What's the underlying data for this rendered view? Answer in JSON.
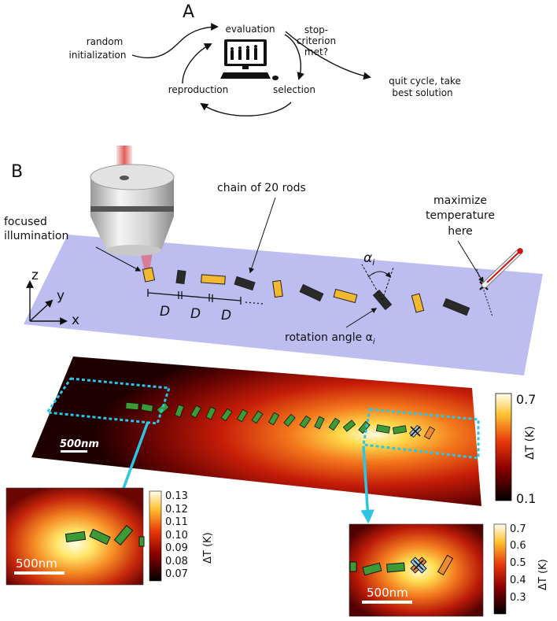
{
  "panel_a": {
    "label": "A",
    "nodes": {
      "random_init_1": "random",
      "random_init_2": "initialization",
      "evaluation": "evaluation",
      "stop_1": "stop-",
      "stop_2": "criterion",
      "stop_3": "met?",
      "quit_1": "quit cycle, take",
      "quit_2": "best solution",
      "reproduction": "reproduction",
      "selection": "selection"
    }
  },
  "panel_b": {
    "label": "B",
    "focused_1": "focused",
    "focused_2": "illumination",
    "chain_label": "chain of 20 rods",
    "max_1": "maximize",
    "max_2": "temperature",
    "max_3": "here",
    "alpha": "α",
    "alpha_sub": "i",
    "rotation_label": "rotation angle α",
    "rotation_sub": "i",
    "spacing": "D",
    "axis_x": "x",
    "axis_y": "y",
    "axis_z": "z",
    "scale_main": "500nm",
    "colorbar_main": {
      "label": "ΔT (K)",
      "max": "0.7",
      "min": "0.1"
    }
  },
  "inset_left": {
    "scale": "500nm",
    "colorbar": {
      "label": "ΔT (K)",
      "ticks": [
        "0.13",
        "0.12",
        "0.11",
        "0.10",
        "0.09",
        "0.08",
        "0.07"
      ]
    }
  },
  "inset_right": {
    "scale": "500nm",
    "colorbar": {
      "label": "ΔT (K)",
      "ticks": [
        "0.7",
        "0.6",
        "0.5",
        "0.4",
        "0.3"
      ]
    }
  },
  "colors": {
    "plane": "#b4b4ee",
    "rod_gold": "#f2b830",
    "rod_dark": "#2a2a2a",
    "rod_green": "#3d9b35",
    "rod_orange": "#f08a30",
    "cyan": "#2bc5e6"
  }
}
